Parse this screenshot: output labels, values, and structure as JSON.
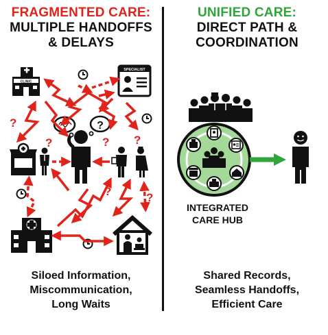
{
  "left_panel": {
    "title_line1": "FRAGMENTED CARE:",
    "title_line2": "MULTIPLE HANDOFFS",
    "title_line3": "& DELAYS",
    "caption_line1": "Siloed Information,",
    "caption_line2": "Miscommunication,",
    "caption_line3": "Long Waits",
    "clinic_label": "CLINIC",
    "specialist_label": "SPECIALIST",
    "question_mark": "?"
  },
  "right_panel": {
    "title_line1": "UNIFIED CARE:",
    "title_line2": "DIRECT PATH &",
    "title_line3": "COORDINATION",
    "hub_label_line1": "INTEGRATED",
    "hub_label_line2": "CARE HUB",
    "caption_line1": "Shared Records,",
    "caption_line2": "Seamless Handoffs,",
    "caption_line3": "Efficient Care"
  },
  "colors": {
    "fragmented_red": "#e0231b",
    "unified_green": "#2fa53a",
    "hub_fill": "#a5d99a",
    "ink": "#111111"
  }
}
